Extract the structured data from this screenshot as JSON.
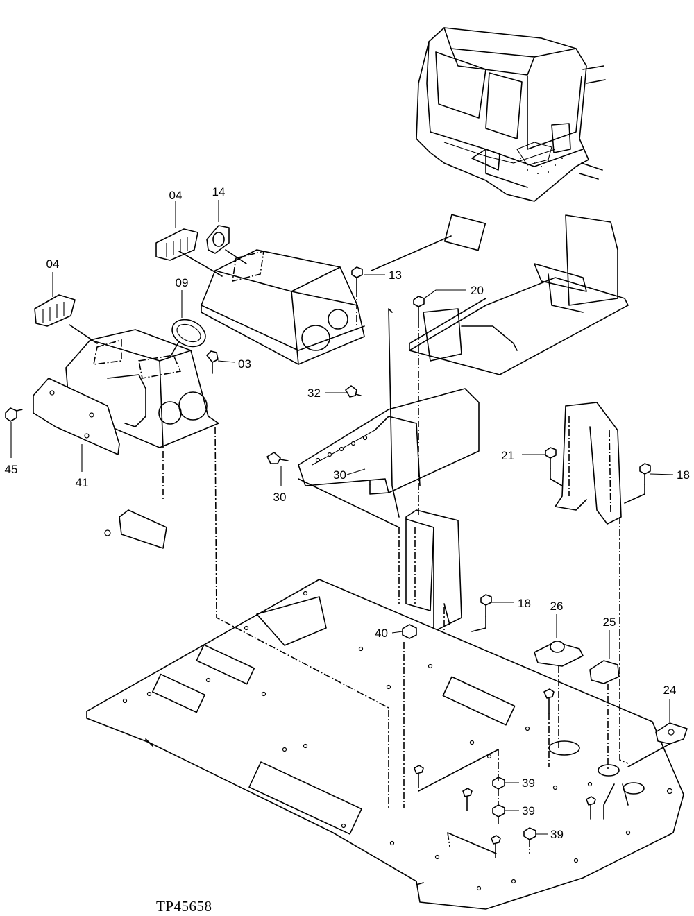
{
  "figure_code": "TP45658",
  "callouts": [
    {
      "id": "04a",
      "text": "04"
    },
    {
      "id": "14",
      "text": "14"
    },
    {
      "id": "04b",
      "text": "04"
    },
    {
      "id": "09",
      "text": "09"
    },
    {
      "id": "13",
      "text": "13"
    },
    {
      "id": "20",
      "text": "20"
    },
    {
      "id": "03",
      "text": "03"
    },
    {
      "id": "32",
      "text": "32"
    },
    {
      "id": "45",
      "text": "45"
    },
    {
      "id": "41",
      "text": "41"
    },
    {
      "id": "30a",
      "text": "30"
    },
    {
      "id": "30b",
      "text": "30"
    },
    {
      "id": "21",
      "text": "21"
    },
    {
      "id": "18a",
      "text": "18"
    },
    {
      "id": "18b",
      "text": "18"
    },
    {
      "id": "26",
      "text": "26"
    },
    {
      "id": "25",
      "text": "25"
    },
    {
      "id": "40",
      "text": "40"
    },
    {
      "id": "24",
      "text": "24"
    },
    {
      "id": "39a",
      "text": "39"
    },
    {
      "id": "39b",
      "text": "39"
    },
    {
      "id": "39c",
      "text": "39"
    }
  ]
}
